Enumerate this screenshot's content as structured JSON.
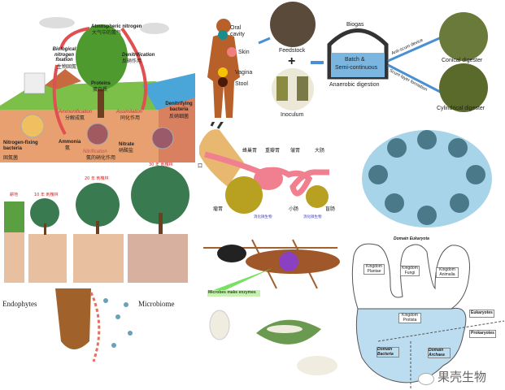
{
  "nitrogen_cycle": {
    "atmospheric": "Atmospheric nitrogen",
    "atmospheric_cn": "大气中的氮气",
    "fixation": "Biological nitrogen fixation",
    "fixation_cn": "生物固氮",
    "denitrification": "Denitrification",
    "denitrification_cn": "反硝作用",
    "proteins": "Proteins",
    "proteins_cn": "蛋白质",
    "ammonification": "Ammonification",
    "ammonification_cn": "分解成氨",
    "assimilation": "Assimilation",
    "assimilation_cn": "同化作用",
    "denitrifying": "Denitrifying bacteria",
    "denitrifying_cn": "反硝细菌",
    "fixing": "Nitrogen-fixing bacteria",
    "fixing_cn": "固氮菌",
    "ammonia": "Ammonia",
    "ammonia_cn": "氨",
    "nitrification": "Nitrification",
    "nitrification_cn": "氨的硝化作用",
    "nitrate": "Nitrate",
    "nitrate_cn": "硝酸盐"
  },
  "digestion": {
    "oral": "Oral cavity",
    "skin": "Skin",
    "vagina": "Vagina",
    "stool": "Stool",
    "feedstock": "Feedstock",
    "plus": "+",
    "inoculum": "Inoculum",
    "biogas": "Biogas",
    "batch": "Batch &",
    "semi": "Semi-continuous",
    "anaerobic": "Anaerobic digestion",
    "anti_scum": "Anti-scum device",
    "scum": "Scum layer formation",
    "conical": "Conical digester",
    "cylindrical": "Cylindrical digester",
    "colors": {
      "oral": "#1a8c8c",
      "skin": "#f08080",
      "vagina": "#f5c400",
      "stool": "#4a1a08",
      "body": "#b8602a",
      "arrow": "#4a8fd4"
    }
  },
  "ruminant": {
    "mouth": "口",
    "reticulum": "蜂巢胃",
    "omasum": "重瓣胃",
    "abomasum": "皱胃",
    "large_intestine": "大肠",
    "rumen": "瘤胃",
    "small_intestine": "小肠",
    "cecum": "盲肠",
    "microbes_1": "消化微生物",
    "microbes_2": "消化微生物"
  },
  "trees": {
    "farmland": "耕地",
    "y10": "10 年 刺槐林",
    "y20": "20 年 刺槐林",
    "y30": "30 年 刺槐林"
  },
  "root": {
    "endophytes": "Endophytes",
    "microbiome": "Microbiome"
  },
  "insect": {
    "callout": "Microbes make enzymes"
  },
  "tree_of_life": {
    "eukaryota": "Domain Eukaryota",
    "plantae": "Kingdom Plantae",
    "fungi": "Kingdom Fungi",
    "animalia": "Kingdom Animalia",
    "protista": "Kingdom Protista",
    "eukaryotes": "Eukaryotes",
    "prokaryotes": "Prokaryotes",
    "bacteria": "Domain Bacteria",
    "archaea": "Domain Archaea"
  },
  "watermark": "果壳生物"
}
